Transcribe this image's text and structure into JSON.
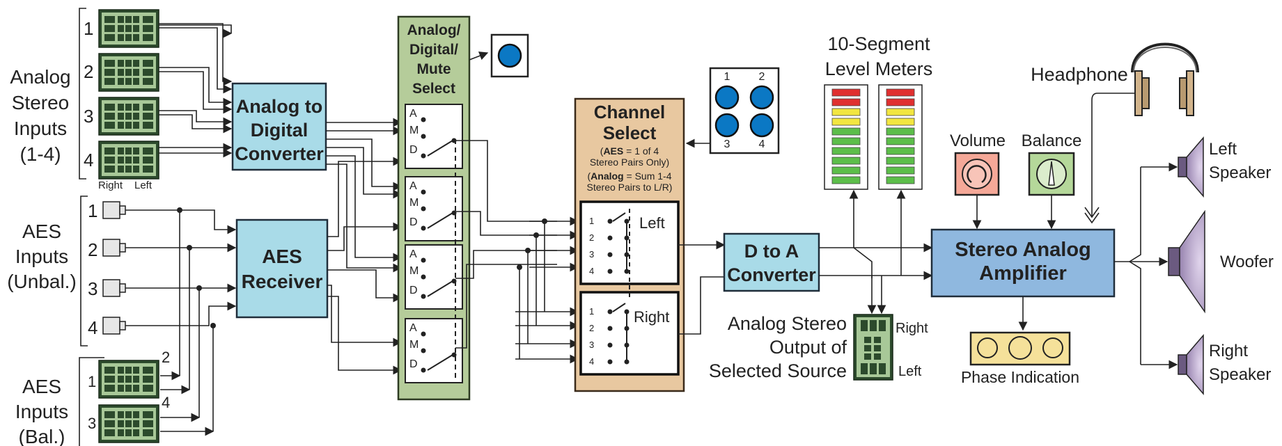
{
  "inputs": {
    "analog_label": [
      "Analog",
      "Stereo",
      "Inputs",
      "(1-4)"
    ],
    "analog_channels": [
      "1",
      "2",
      "3",
      "4"
    ],
    "right_label": "Right",
    "left_label": "Left",
    "aes_unbal_label": [
      "AES",
      "Inputs",
      "(Unbal.)"
    ],
    "aes_unbal_channels": [
      "1",
      "2",
      "3",
      "4"
    ],
    "aes_bal_label": [
      "AES",
      "Inputs",
      "(Bal.)"
    ],
    "aes_bal_channels": [
      "1",
      "2",
      "3",
      "4"
    ]
  },
  "blocks": {
    "adc": [
      "Analog to",
      "Digital",
      "Converter"
    ],
    "aes_receiver": [
      "AES",
      "Receiver"
    ],
    "mute_select": [
      "Analog/",
      "Digital/",
      "Mute",
      "Select"
    ],
    "switch_letters": [
      "A",
      "M",
      "D"
    ],
    "channel_select": [
      "Channel",
      "Select"
    ],
    "aes_note_1": [
      "AES",
      " = 1 of 4"
    ],
    "aes_note_2": "Stereo Pairs Only)",
    "analog_note_1": [
      "Analog",
      " = Sum 1-4"
    ],
    "analog_note_2": "Stereo Pairs to L/R)",
    "left": "Left",
    "right": "Right",
    "switch_positions": [
      "1",
      "2",
      "3",
      "4"
    ],
    "dac": [
      "D to A",
      "Converter"
    ],
    "amplifier": [
      "Stereo Analog",
      "Amplifier"
    ]
  },
  "controls": {
    "channel_buttons": [
      "1",
      "2",
      "3",
      "4"
    ],
    "level_meters": [
      "10-Segment",
      "Level Meters"
    ],
    "volume": "Volume",
    "balance": "Balance",
    "headphone": "Headphone",
    "phase": "Phase Indication"
  },
  "outputs": {
    "analog_output": [
      "Analog Stereo",
      "Output of",
      "Selected Source"
    ],
    "right": "Right",
    "left": "Left",
    "left_speaker": [
      "Left",
      "Speaker"
    ],
    "woofer": "Woofer",
    "right_speaker": [
      "Right",
      "Speaker"
    ]
  },
  "colors": {
    "green_panel": "#b5cc9a",
    "blue_block": "#a9dbe8",
    "amp_blue": "#8fb8df",
    "tan_panel": "#e8c8a0",
    "button_blue": "#0b78c4",
    "meter_red": "#e03030",
    "meter_yellow": "#f2e640",
    "meter_green": "#5cbe4a",
    "speaker_purple": "#b9a6cf"
  }
}
